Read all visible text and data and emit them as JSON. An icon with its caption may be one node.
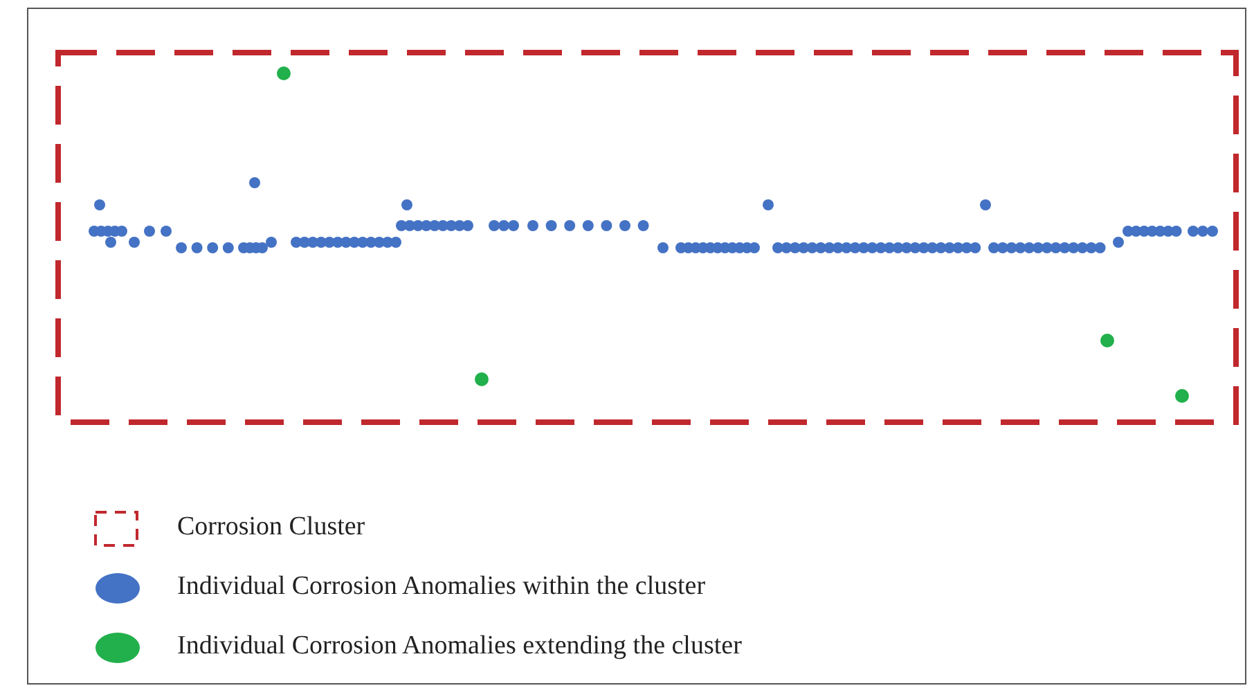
{
  "diagram": {
    "legend": [
      {
        "text": "Corrosion Cluster"
      },
      {
        "text": "Individual Corrosion Anomalies within the cluster",
        "color": "#4472c4"
      },
      {
        "text": "Individual Corrosion Anomalies extending the cluster",
        "color": "#21b04b"
      }
    ]
  }
}
